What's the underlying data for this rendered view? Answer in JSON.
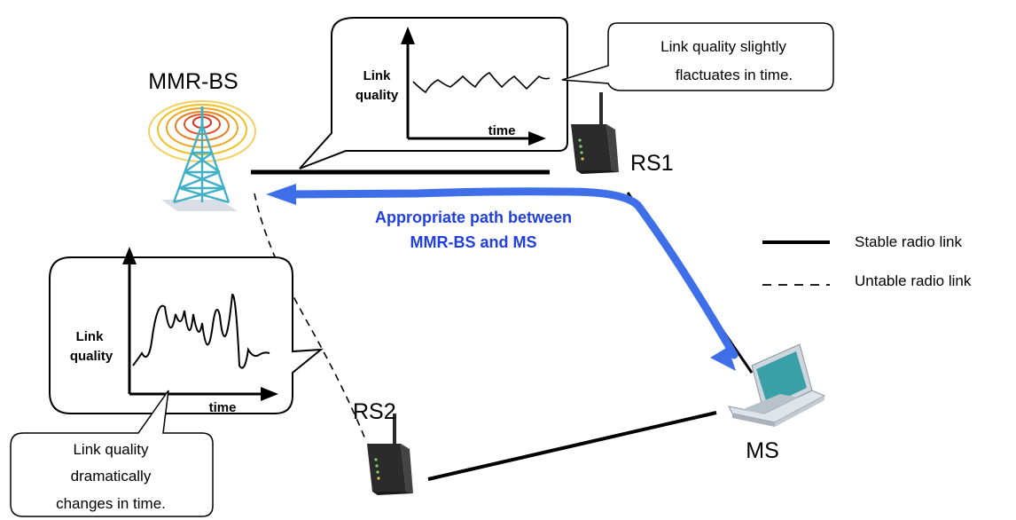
{
  "nodes": {
    "bs": {
      "label": "MMR-BS"
    },
    "rs1": {
      "label": "RS1"
    },
    "rs2": {
      "label": "RS2"
    },
    "ms": {
      "label": "MS"
    }
  },
  "path_label": {
    "line1": "Appropriate path between",
    "line2": "MMR-BS and MS"
  },
  "top_graph": {
    "ylabel_1": "Link",
    "ylabel_2": "quality",
    "xlabel": "time"
  },
  "bottom_graph": {
    "ylabel_1": "Link",
    "ylabel_2": "quality",
    "xlabel": "time"
  },
  "callout_top": {
    "line1": "Link quality slightly",
    "line2": "flactuates in time."
  },
  "callout_bottom": {
    "line1": "Link quality",
    "line2": "dramatically",
    "line3": "changes in time."
  },
  "legend": {
    "stable": "Stable radio link",
    "unstable": "Untable radio link"
  },
  "colors": {
    "path": "#3f6fe8",
    "path_text": "#1f3fe0",
    "tower": "#3fb0c8",
    "signal_outer": "#f0c020",
    "signal_inner": "#e05020",
    "laptop_screen": "#3aa0a8",
    "router": "#2b2b2b"
  }
}
